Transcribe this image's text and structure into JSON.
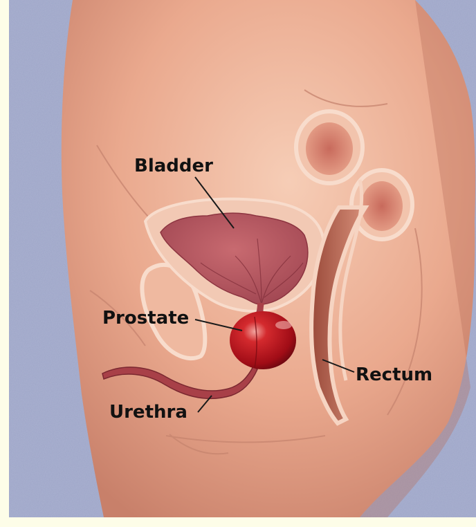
{
  "labels": {
    "bladder": "Bladder",
    "prostate": "Prostate",
    "rectum": "Rectum",
    "urethra": "Urethra"
  },
  "colors": {
    "border": "#fdfde8",
    "background": "#9ea6c8",
    "skin": "#e9a78c",
    "skin_light": "#f4c7b0",
    "skin_shadow": "#c47a62",
    "organ_outline": "#f7dccb",
    "bladder_fill": "#b0505a",
    "prostate_fill": "#b8101c",
    "urethra_fill": "#a84048",
    "rectum_shadow": "#9a4a3a",
    "label_text": "#111111",
    "leader_line": "#1a1a1a"
  }
}
